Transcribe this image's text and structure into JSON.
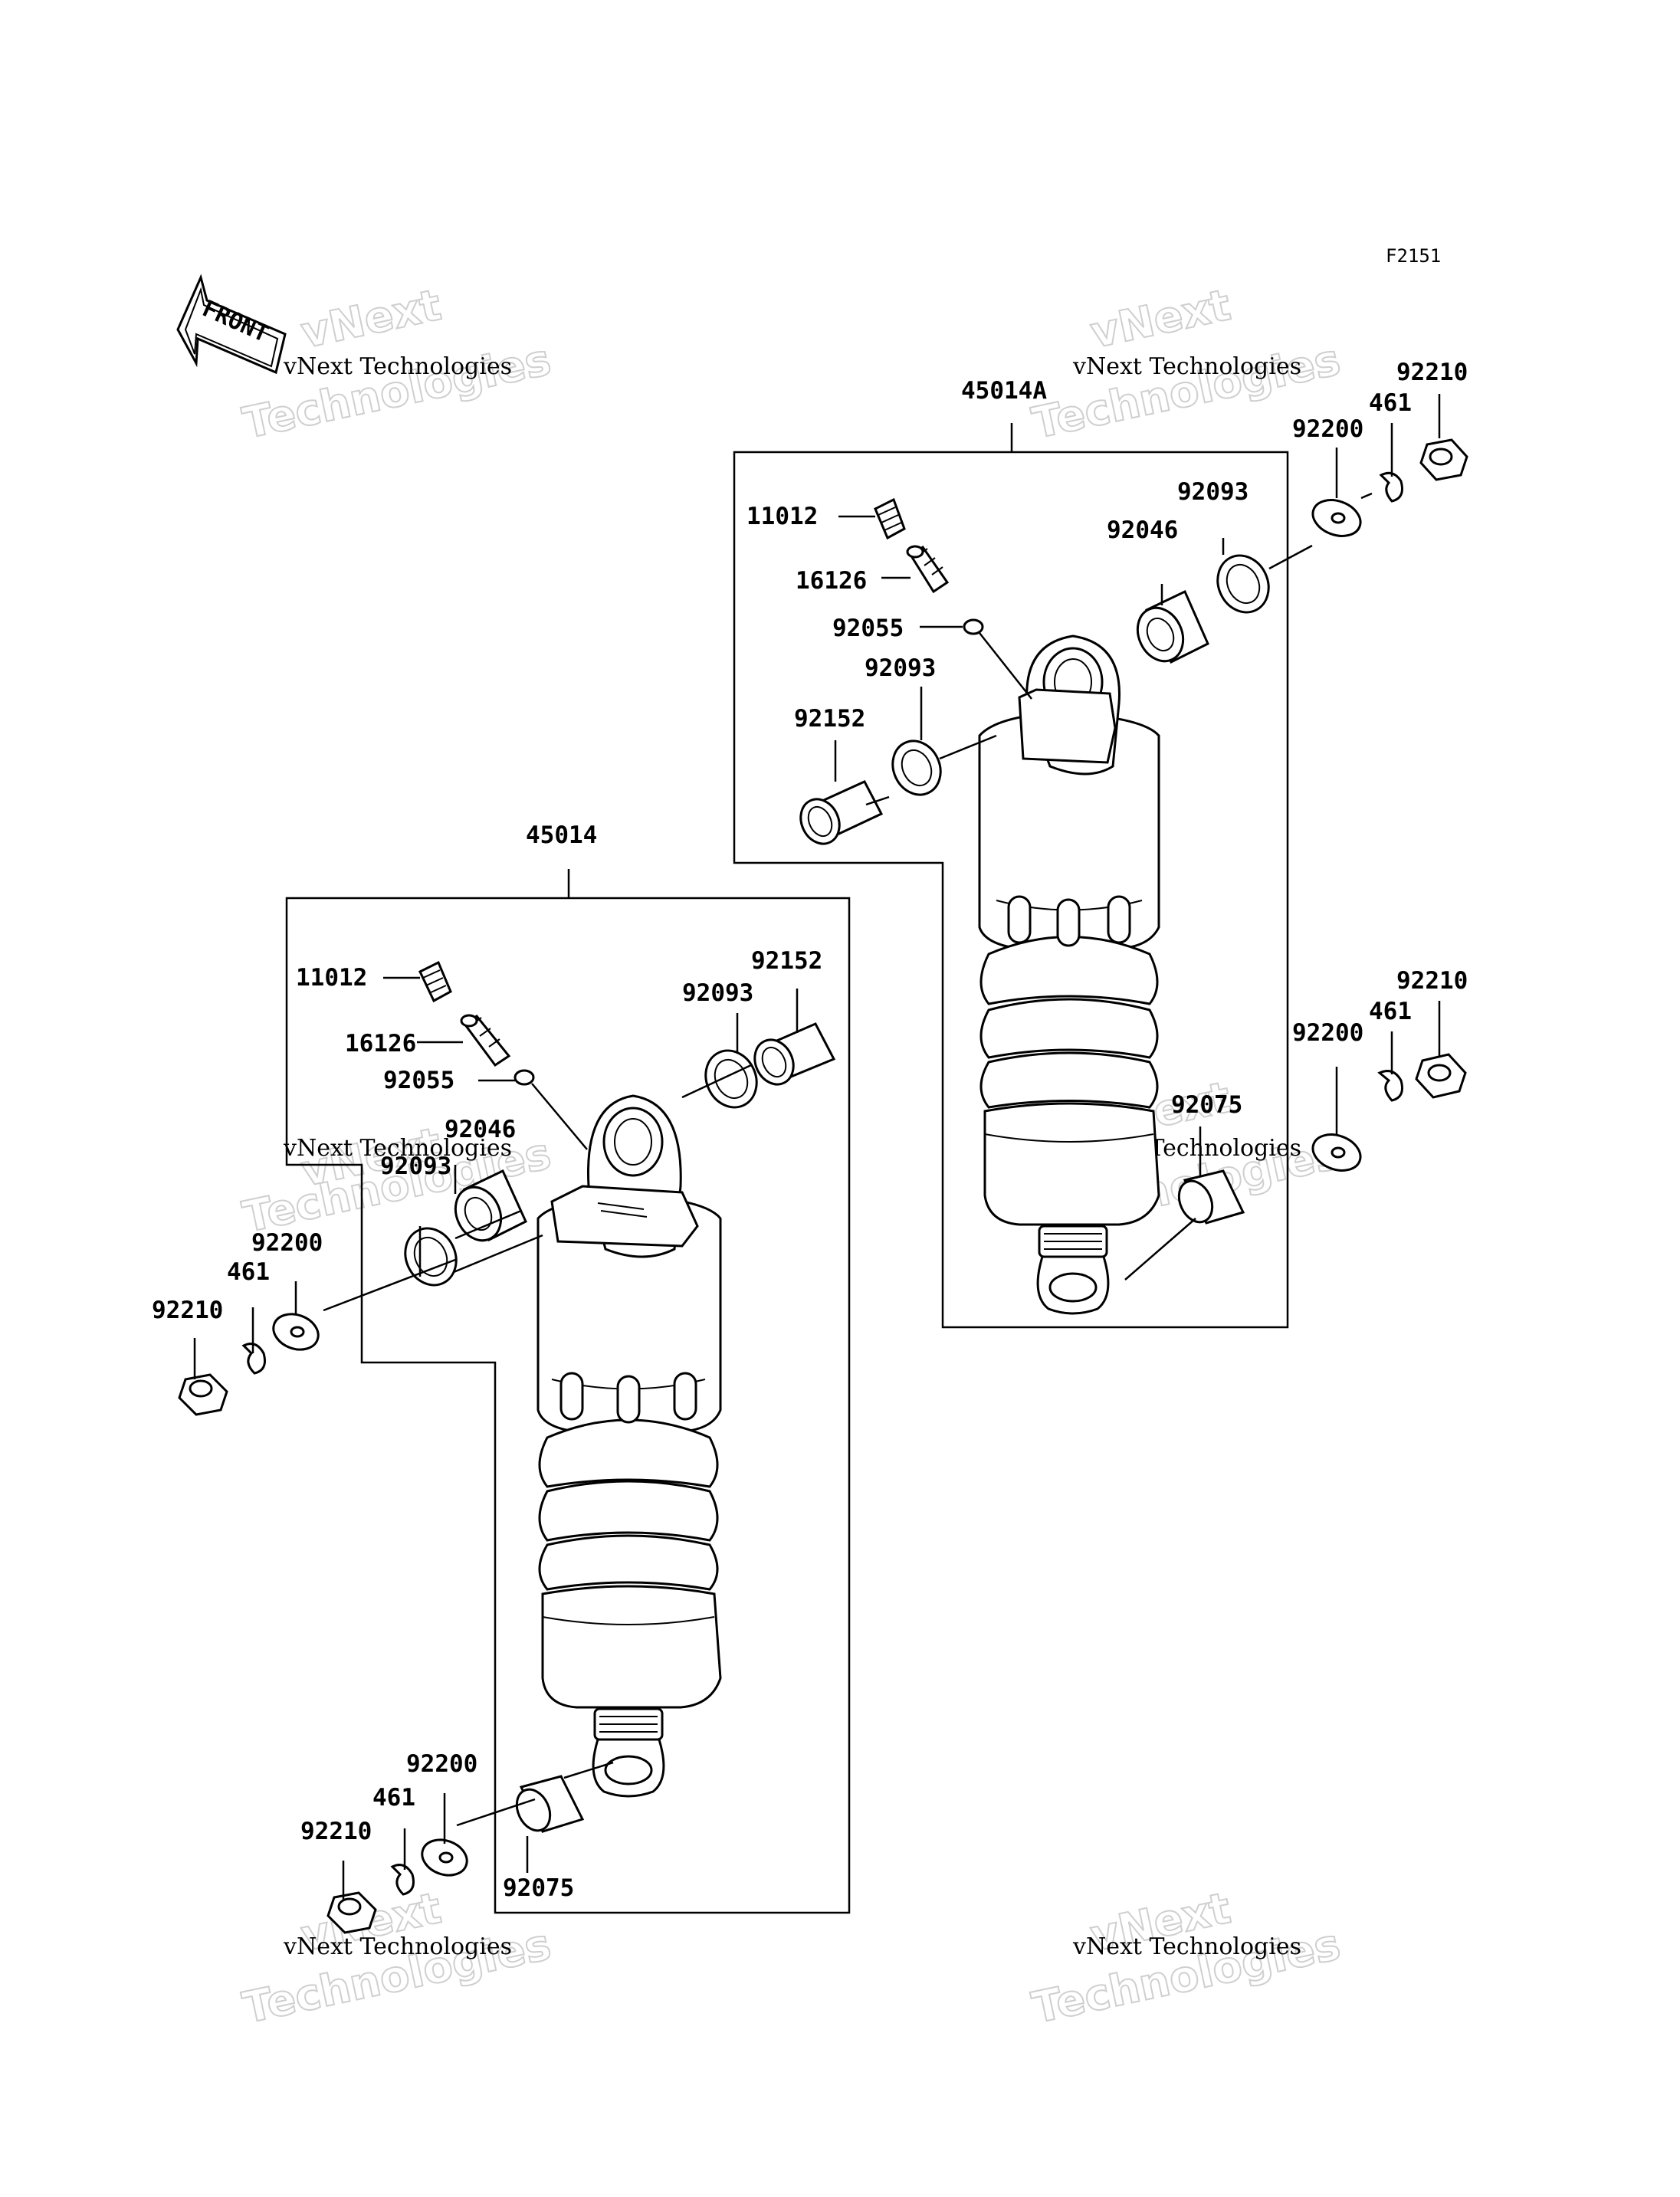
{
  "figure_ref": "F2151",
  "front_label": "FRONT",
  "watermark": {
    "line1": "vNext Technologies",
    "line2": "Technologies",
    "line3": "vNext"
  },
  "assemblies": [
    {
      "assembly_number": "45014A",
      "callouts": [
        "11012",
        "16126",
        "92055",
        "92093",
        "92152",
        "92046",
        "92093",
        "92200",
        "461",
        "92210",
        "92200",
        "461",
        "92210",
        "92075"
      ]
    },
    {
      "assembly_number": "45014",
      "callouts": [
        "11012",
        "16126",
        "92055",
        "92046",
        "92093",
        "92152",
        "92093",
        "92200",
        "461",
        "92210",
        "92200",
        "461",
        "92210",
        "92075"
      ]
    }
  ],
  "labels": {
    "a_11012": "11012",
    "a_16126": "16126",
    "a_92055": "92055",
    "a_92093_l": "92093",
    "a_92152": "92152",
    "a_92046": "92046",
    "a_92093_r": "92093",
    "a_92200_t": "92200",
    "a_461_t": "461",
    "a_92210_t": "92210",
    "a_92200_m": "92200",
    "a_461_m": "461",
    "a_92210_m": "92210",
    "a_92075": "92075",
    "b_11012": "11012",
    "b_16126": "16126",
    "b_92055": "92055",
    "b_92046": "92046",
    "b_92093_l": "92093",
    "b_92152": "92152",
    "b_92093_r": "92093",
    "b_92200_l": "92200",
    "b_461_l": "461",
    "b_92210_l": "92210",
    "b_92200_b": "92200",
    "b_461_b": "461",
    "b_92210_b": "92210",
    "b_92075": "92075"
  }
}
